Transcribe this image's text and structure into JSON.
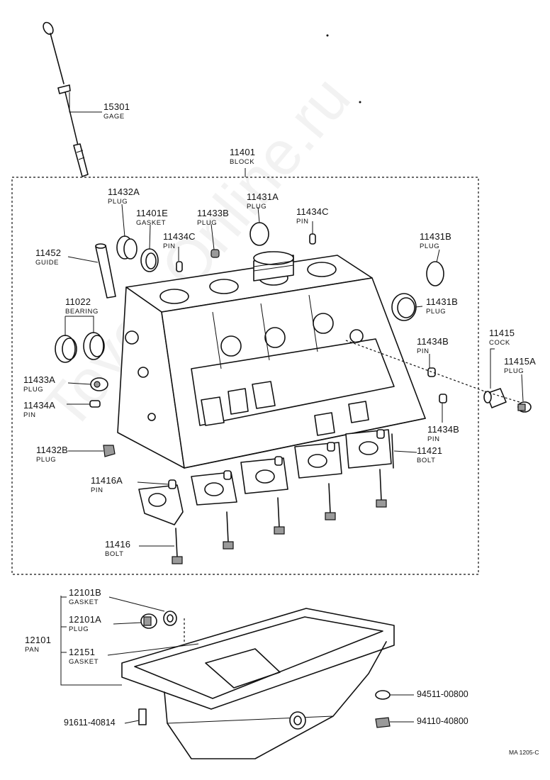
{
  "watermark": "ToyotaOnline.ru",
  "diagram_ref": "MA 1205-C",
  "parts": {
    "p15301": {
      "num": "15301",
      "name": "GAGE"
    },
    "p11401": {
      "num": "11401",
      "name": "BLOCK"
    },
    "p11432A": {
      "num": "11432A",
      "name": "PLUG"
    },
    "p11401E": {
      "num": "11401E",
      "name": "GASKET"
    },
    "p11433B": {
      "num": "11433B",
      "name": "PLUG"
    },
    "p11431A": {
      "num": "11431A",
      "name": "PLUG"
    },
    "p11434C_1": {
      "num": "11434C",
      "name": "PIN"
    },
    "p11434C_2": {
      "num": "11434C",
      "name": "PIN"
    },
    "p11452": {
      "num": "11452",
      "name": "GUIDE"
    },
    "p11431B_1": {
      "num": "11431B",
      "name": "PLUG"
    },
    "p11431B_2": {
      "num": "11431B",
      "name": "PLUG"
    },
    "p11022": {
      "num": "11022",
      "name": "BEARING"
    },
    "p11415": {
      "num": "11415",
      "name": "COCK"
    },
    "p11415A": {
      "num": "11415A",
      "name": "PLUG"
    },
    "p11434B_1": {
      "num": "11434B",
      "name": "PIN"
    },
    "p11434B_2": {
      "num": "11434B",
      "name": "PIN"
    },
    "p11433A": {
      "num": "11433A",
      "name": "PLUG"
    },
    "p11434A": {
      "num": "11434A",
      "name": "PIN"
    },
    "p11432B": {
      "num": "11432B",
      "name": "PLUG"
    },
    "p11421": {
      "num": "11421",
      "name": "BOLT"
    },
    "p11416A": {
      "num": "11416A",
      "name": "PIN"
    },
    "p11416": {
      "num": "11416",
      "name": "BOLT"
    },
    "p12101B": {
      "num": "12101B",
      "name": "GASKET"
    },
    "p12101A": {
      "num": "12101A",
      "name": "PLUG"
    },
    "p12101": {
      "num": "12101",
      "name": "PAN"
    },
    "p12151": {
      "num": "12151",
      "name": "GASKET"
    },
    "p94511": {
      "num": "94511-00800"
    },
    "p94110": {
      "num": "94110-40800"
    },
    "p91611": {
      "num": "91611-40814"
    }
  }
}
